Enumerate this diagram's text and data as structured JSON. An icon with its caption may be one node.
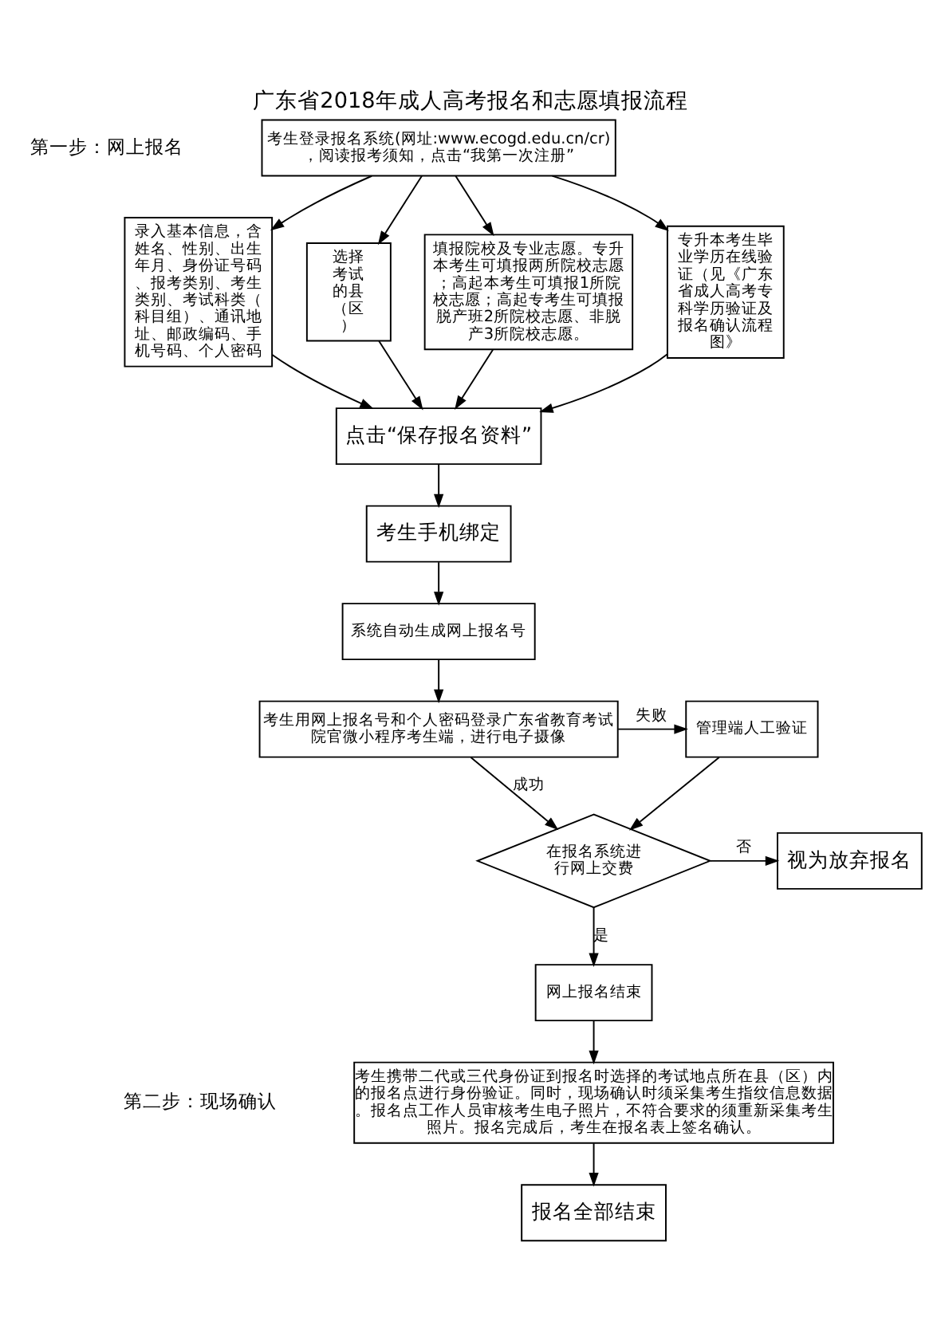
{
  "diagram": {
    "title": "广东省2018年成人高考报名和志愿填报流程",
    "nodes": [
      {
        "text": [
          "考生登录报名系统(网址:www.ecogd.edu.cn/cr)，阅读报考须知，点击“我第一次注册”"
        ]
      },
      {
        "text": [
          "录入基本信息，含姓名、性别、出生年月、身份证号码、报考类别、考生类别、考试科类（科目组）、通讯地址、邮政编码、手机号码、个人密码"
        ]
      },
      {
        "text": [
          "选择考试的县（区）"
        ]
      },
      {
        "text": [
          "填报院校及专业志愿。专升本考生可填报两所院校志愿；高起本考生可填报1所院校志愿；高起专考生可填报脱产班2所院校志愿、非脱产3所院校志愿。"
        ]
      },
      {
        "text": [
          "专升本考生毕业学历在线验证（见《广东省成人高考专科学历验证及报名确认流程图》"
        ]
      },
      {
        "text": [
          "点击“保存报名资料”"
        ]
      },
      {
        "text": [
          "考生手机绑定"
        ]
      },
      {
        "text": [
          "系统自动生成网上报名号"
        ]
      },
      {
        "text": [
          "考生用网上报名号和个人密码登录广东省教育考试院官微小程序考生端，进行电子摄像"
        ]
      },
      {
        "text": [
          "管理端人工验证"
        ]
      },
      {
        "text": [
          "在报名系统进行网上交费"
        ]
      },
      {
        "text": [
          "视为放弃报名"
        ]
      },
      {
        "text": [
          "网上报名结束"
        ]
      },
      {
        "text": [
          "考生携带二代或三代身份证到报名时选择的考试地点所在县（区）内的报名点进行身份验证。同时，现场确认时须采集考生指纹信息数据。报名点工作人员审核考生电子照片，不符合要求的须重新采集考生照片。报名完成后，考生在报名表上签名确认。"
        ]
      },
      {
        "text": [
          "报名全部结束"
        ]
      }
    ],
    "edges": [
      {
        "from": 0,
        "to": 1,
        "arrow": "to"
      },
      {
        "from": 0,
        "to": 2,
        "arrow": "to"
      },
      {
        "from": 0,
        "to": 3,
        "arrow": "to"
      },
      {
        "from": 0,
        "to": 4,
        "arrow": "to"
      },
      {
        "from": 1,
        "to": 5,
        "arrow": "to"
      },
      {
        "from": 2,
        "to": 5,
        "arrow": "to"
      },
      {
        "from": 3,
        "to": 5,
        "arrow": "to"
      },
      {
        "from": 4,
        "to": 5,
        "arrow": "to"
      },
      {
        "from": 5,
        "to": 6,
        "arrow": "to"
      },
      {
        "from": 6,
        "to": 7,
        "arrow": "to"
      },
      {
        "from": 7,
        "to": 8,
        "arrow": "to"
      },
      {
        "from": 8,
        "to": 9,
        "arrow": "to",
        "label": "失败"
      },
      {
        "from": 9,
        "to": 10,
        "arrow": "to"
      },
      {
        "from": 8,
        "to": 10,
        "arrow": "to",
        "label": "成功"
      },
      {
        "from": 10,
        "to": 11,
        "arrow": "to",
        "label": "否"
      },
      {
        "from": 10,
        "to": 12,
        "arrow": "to",
        "label": "是"
      },
      {
        "from": 12,
        "to": 13,
        "arrow": "to"
      },
      {
        "from": 13,
        "to": 14,
        "arrow": "to"
      }
    ],
    "labels": [
      "第一步：网上报名",
      "第二步：现场确认"
    ]
  }
}
